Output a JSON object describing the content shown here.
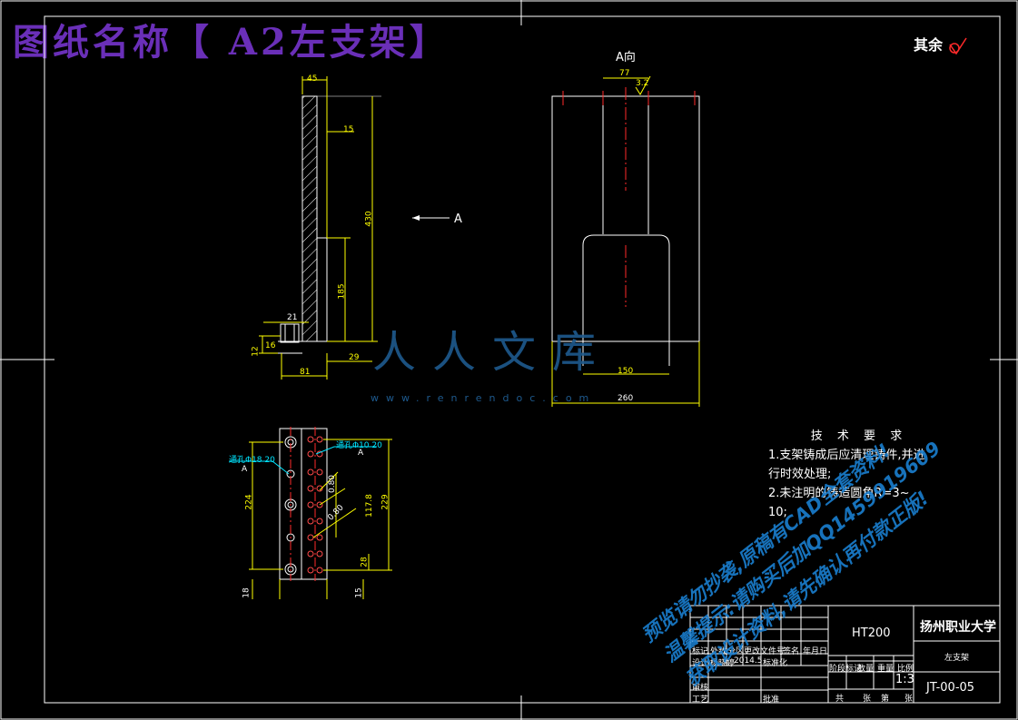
{
  "title_banner": "图纸名称【 A2左支架】",
  "finish_note": "其余",
  "view_label_a": "A向",
  "arrow_label_a": "A",
  "dims": {
    "d45": "45",
    "d15": "15",
    "d430": "430",
    "d185": "185",
    "d21": "21",
    "d16": "16",
    "d12": "12",
    "d29": "29",
    "d81": "81",
    "d77": "77",
    "d32": "3.2",
    "d150": "150",
    "d260": "260",
    "d224": "224",
    "d229": "229",
    "d1178": "117.8",
    "d28": "28",
    "d18": "18",
    "d15b": "15",
    "d080a": "0.80",
    "d080b": "0.80"
  },
  "hole_labels": {
    "left": "通孔Φ18 20",
    "right": "通孔Φ10 20",
    "left_ref": "A",
    "right_ref": "A"
  },
  "tech_req": {
    "heading": "技  术  要  求",
    "line1": "1.支架铸成后应清理铸件,并进",
    "line2": "行时效处理;",
    "line3": "2.未注明的铸造圆角R=3~",
    "line4": "10;"
  },
  "title_block": {
    "material": "HT200",
    "school": "扬州职业大学",
    "part_name": "左支架",
    "scale": "1:3",
    "drawing_no": "JT-00-05",
    "headers": [
      "标记",
      "处数",
      "分区",
      "更改文件号",
      "签名",
      "年月日"
    ],
    "row_design": [
      "设计",
      "杨晓婷",
      "2014.5",
      "标准化"
    ],
    "row_check": "审核",
    "row_process": "工艺",
    "row_approve": "批准",
    "stage_headers": [
      "阶段标记",
      "数量",
      "重量",
      "比例"
    ],
    "sheet_footer": [
      "共",
      "张",
      "第",
      "张"
    ]
  },
  "watermark": {
    "logo": "人人文库",
    "url": "www.renrendoc.com",
    "line1": "预览请勿抄袭,原稿有CAD全套资料!",
    "line2": "温馨提示:请购买后加QQ1459919609",
    "line3": "获取设计资料,请先确认再付款正版!"
  },
  "colors": {
    "line": "#ffffff",
    "dim": "#ffff00",
    "center": "#ff2a2a",
    "title": "#6a2fb8",
    "watermark": "#1a7fd0",
    "hole_label": "#00e5ff"
  }
}
